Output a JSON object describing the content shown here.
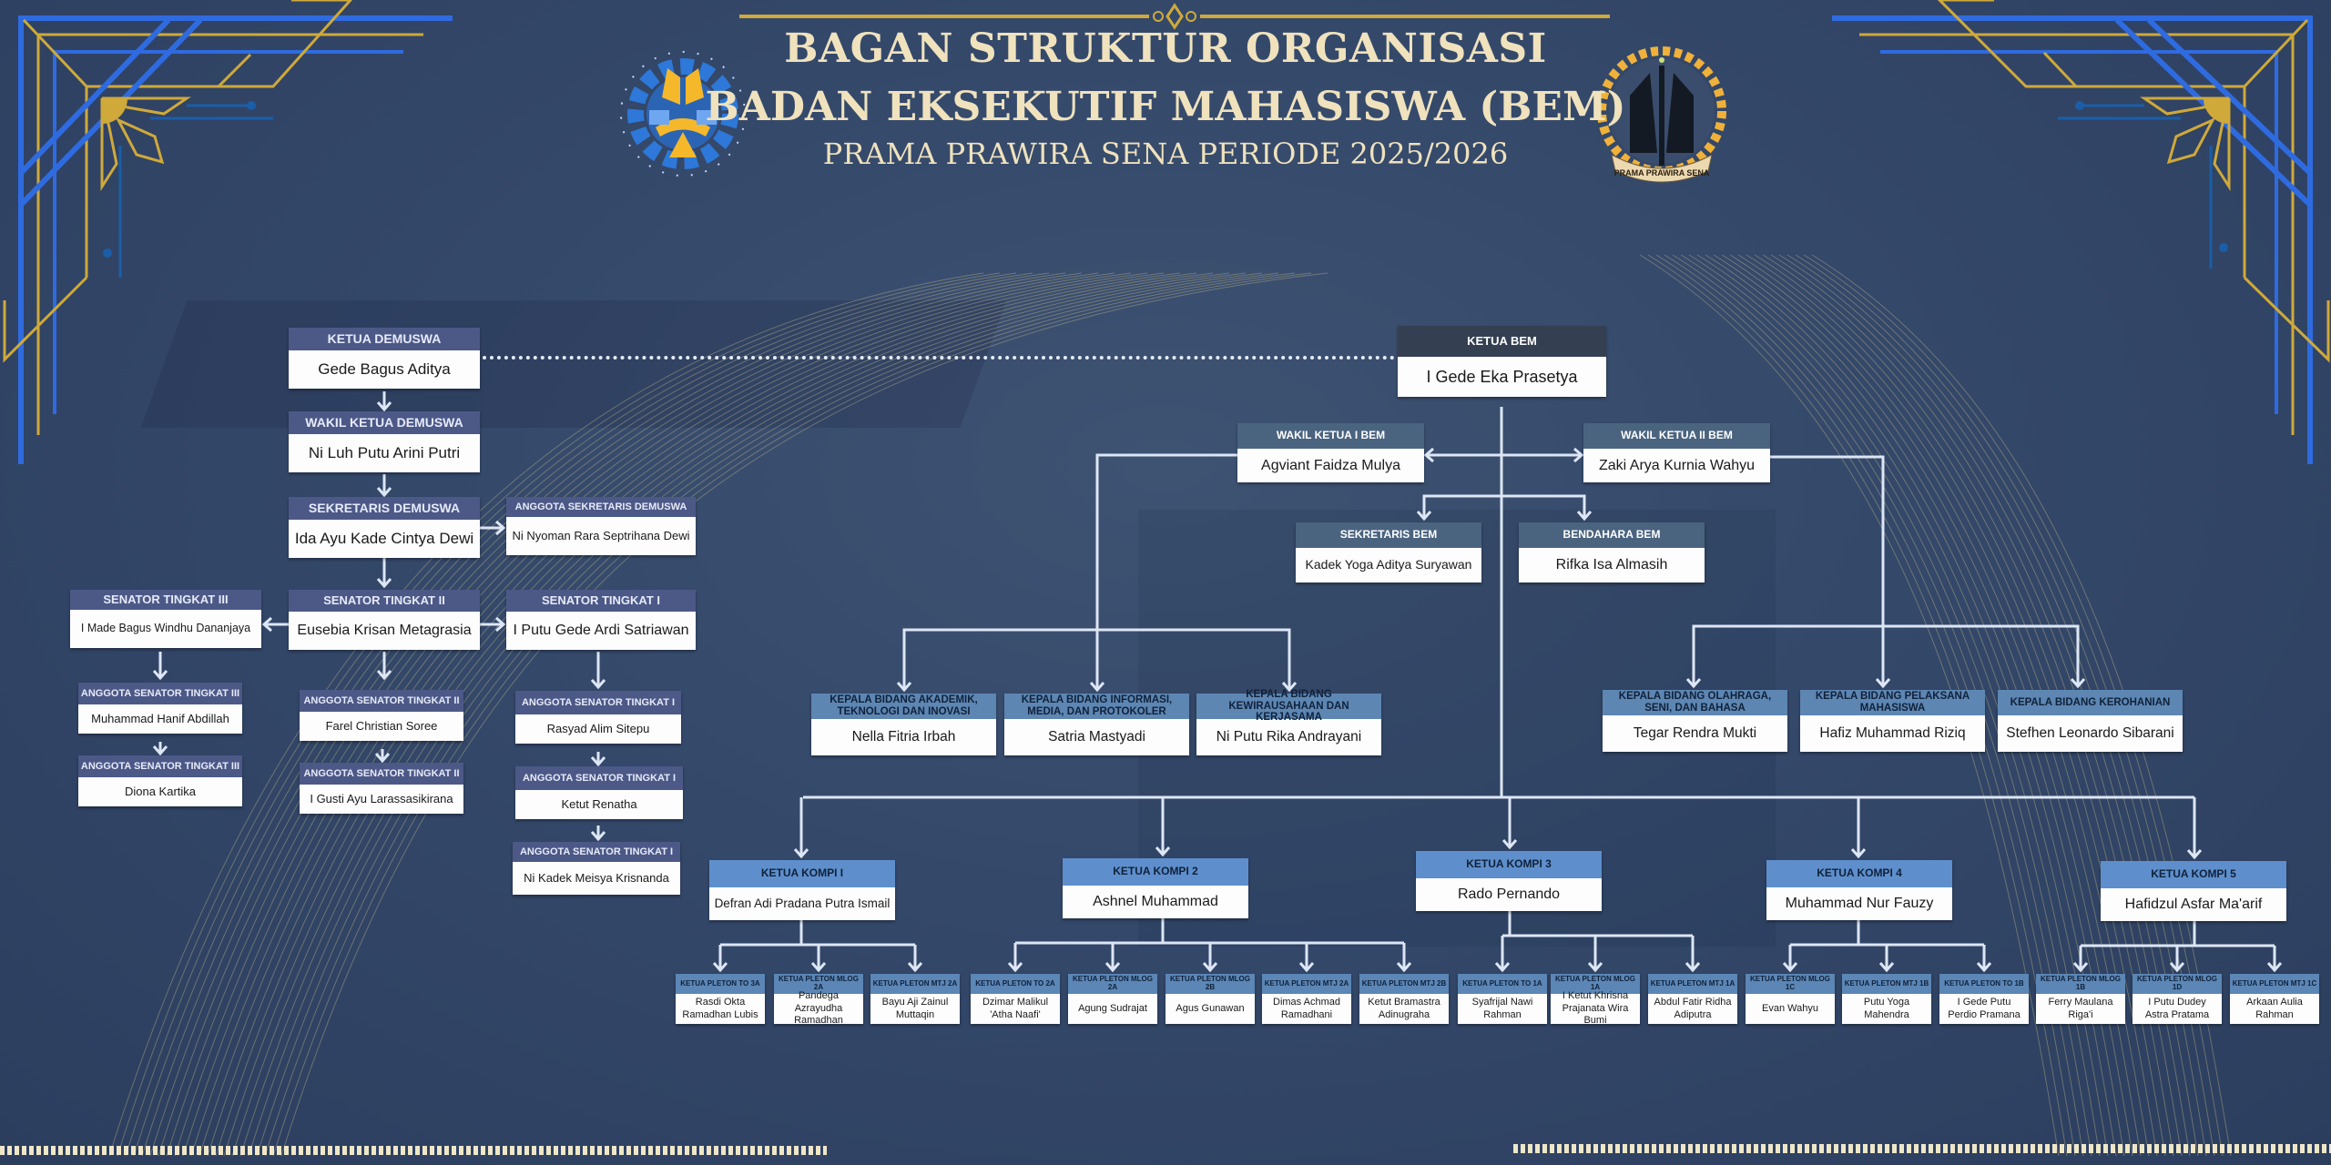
{
  "header": {
    "title_line1": "BAGAN STRUKTUR ORGANISASI",
    "title_line2": "BADAN EKSEKUTIF MAHASISWA (BEM)",
    "title_line3": "PRAMA PRAWIRA SENA PERIODE 2025/2026",
    "logo_left": "campus-emblem-logo",
    "logo_right_caption": "PRAMA PRAWIRA SENA"
  },
  "colors": {
    "background": "#35496a",
    "gold": "#d4a935",
    "blue_accent": "#2f6be0",
    "title_text": "#efe2bd",
    "connector": "#dde6f5"
  },
  "demuswa": {
    "ketua": {
      "role": "KETUA DEMUSWA",
      "name": "Gede Bagus Aditya"
    },
    "wakil": {
      "role": "WAKIL KETUA DEMUSWA",
      "name": "Ni Luh Putu Arini Putri"
    },
    "sekretaris": {
      "role": "SEKRETARIS DEMUSWA",
      "name": "Ida Ayu Kade Cintya Dewi"
    },
    "anggota_sekretaris": {
      "role": "ANGGOTA SEKRETARIS DEMUSWA",
      "name": "Ni Nyoman Rara Septrihana Dewi"
    },
    "senator3": {
      "role": "SENATOR TINGKAT III",
      "name": "I Made Bagus Windhu Dananjaya"
    },
    "senator2": {
      "role": "SENATOR TINGKAT II",
      "name": "Eusebia Krisan Metagrasia"
    },
    "senator1": {
      "role": "SENATOR TINGKAT I",
      "name": "I Putu Gede Ardi Satriawan"
    },
    "anggota3": [
      {
        "role": "ANGGOTA SENATOR TINGKAT III",
        "name": "Muhammad Hanif Abdillah"
      },
      {
        "role": "ANGGOTA SENATOR TINGKAT III",
        "name": "Diona Kartika"
      }
    ],
    "anggota2": [
      {
        "role": "ANGGOTA SENATOR TINGKAT II",
        "name": "Farel Christian Soree"
      },
      {
        "role": "ANGGOTA SENATOR TINGKAT II",
        "name": "I Gusti Ayu Larassasikirana"
      }
    ],
    "anggota1": [
      {
        "role": "ANGGOTA SENATOR TINGKAT I",
        "name": "Rasyad Alim Sitepu"
      },
      {
        "role": "ANGGOTA SENATOR TINGKAT I",
        "name": "Ketut Renatha"
      },
      {
        "role": "ANGGOTA SENATOR TINGKAT I",
        "name": "Ni Kadek Meisya Krisnanda"
      }
    ]
  },
  "bem": {
    "ketua": {
      "role": "KETUA BEM",
      "name": "I Gede Eka Prasetya"
    },
    "wakil1": {
      "role": "WAKIL KETUA I BEM",
      "name": "Agviant Faidza Mulya"
    },
    "wakil2": {
      "role": "WAKIL KETUA II BEM",
      "name": "Zaki Arya Kurnia Wahyu"
    },
    "sekretaris": {
      "role": "SEKRETARIS BEM",
      "name": "Kadek Yoga Aditya Suryawan"
    },
    "bendahara": {
      "role": "BENDAHARA BEM",
      "name": "Rifka Isa Almasih"
    },
    "bidang_left": [
      {
        "role": "KEPALA BIDANG AKADEMIK, TEKNOLOGI DAN INOVASI",
        "name": "Nella Fitria Irbah"
      },
      {
        "role": "KEPALA BIDANG INFORMASI, MEDIA, DAN PROTOKOLER",
        "name": "Satria Mastyadi"
      },
      {
        "role": "KEPALA BIDANG KEWIRAUSAHAAN DAN KERJASAMA",
        "name": "Ni Putu Rika Andrayani"
      }
    ],
    "bidang_right": [
      {
        "role": "KEPALA BIDANG OLAHRAGA, SENI, DAN BAHASA",
        "name": "Tegar Rendra Mukti"
      },
      {
        "role": "KEPALA BIDANG PELAKSANA MAHASISWA",
        "name": "Hafiz Muhammad Riziq"
      },
      {
        "role": "KEPALA BIDANG KEROHANIAN",
        "name": "Stefhen Leonardo Sibarani"
      }
    ]
  },
  "kompi": [
    {
      "role": "KETUA KOMPI I",
      "name": "Defran Adi Pradana Putra Ismail",
      "pleton": [
        {
          "role": "KETUA PLETON TO 3A",
          "name": "Rasdi Okta Ramadhan Lubis"
        },
        {
          "role": "KETUA PLETON MLOG 2A",
          "name": "Pandega Azrayudha Ramadhan"
        },
        {
          "role": "KETUA PLETON MTJ 2A",
          "name": "Bayu Aji Zainul Muttaqin"
        }
      ]
    },
    {
      "role": "KETUA KOMPI 2",
      "name": "Ashnel Muhammad",
      "pleton": [
        {
          "role": "KETUA PLETON TO 2A",
          "name": "Dzimar Malikul 'Atha Naafi'"
        },
        {
          "role": "KETUA PLETON MLOG 2A",
          "name": "Agung Sudrajat"
        },
        {
          "role": "KETUA PLETON MLOG 2B",
          "name": "Agus Gunawan"
        },
        {
          "role": "KETUA PLETON MTJ 2A",
          "name": "Dimas Achmad Ramadhani"
        },
        {
          "role": "KETUA PLETON MTJ 2B",
          "name": "Ketut Bramastra Adinugraha"
        }
      ]
    },
    {
      "role": "KETUA KOMPI 3",
      "name": "Rado Pernando",
      "pleton": [
        {
          "role": "KETUA PLETON TO 1A",
          "name": "Syafrijal Nawi Rahman"
        },
        {
          "role": "KETUA PLETON MLOG 1A",
          "name": "I Ketut Khrisna Prajanata Wira Bumi"
        },
        {
          "role": "KETUA PLETON MTJ 1A",
          "name": "Abdul Fatir Ridha Adiputra"
        }
      ]
    },
    {
      "role": "KETUA KOMPI 4",
      "name": "Muhammad Nur Fauzy",
      "pleton": [
        {
          "role": "KETUA PLETON MLOG 1C",
          "name": "Evan Wahyu"
        },
        {
          "role": "KETUA PLETON MTJ 1B",
          "name": "Putu Yoga Mahendra"
        },
        {
          "role": "KETUA PLETON TO 1B",
          "name": "I Gede Putu Perdio Pramana"
        }
      ]
    },
    {
      "role": "KETUA KOMPI 5",
      "name": "Hafidzul Asfar Ma'arif",
      "pleton": [
        {
          "role": "KETUA PLETON MLOG 1B",
          "name": "Ferry Maulana Riga'i"
        },
        {
          "role": "KETUA PLETON MLOG 1D",
          "name": "I Putu Dudey Astra Pratama"
        },
        {
          "role": "KETUA PLETON MTJ 1C",
          "name": "Arkaan Aulia Rahman"
        }
      ]
    }
  ]
}
